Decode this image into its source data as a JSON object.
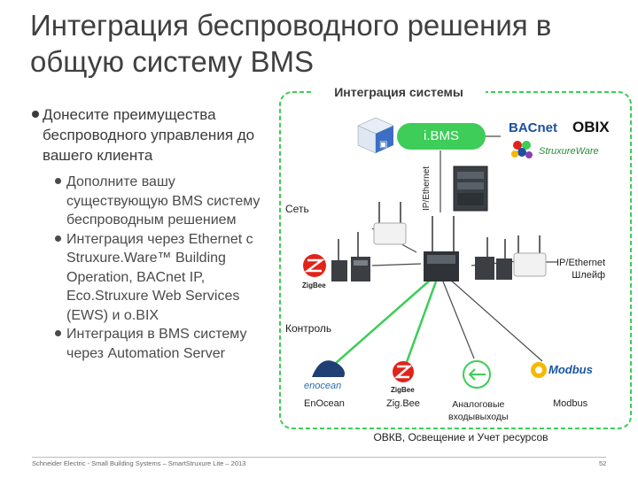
{
  "slide": {
    "title": "Интеграция беспроводного решения в общую систему BMS",
    "bullet1": "Донесите преимущества беспроводного управления до вашего клиента",
    "sub_bullets": [
      "Дополните вашу существующую BMS систему беспроводным решением",
      "Интеграция через Ethernet с Struxure.Ware™ Building Operation, BACnet IP, Eco.Struxure Web Services (EWS) и o.BIX",
      "Интеграция в BMS систему через Automation Server"
    ],
    "footer": "Schneider Electric - Small Building Systems – SmartStruxure Lite – 2013",
    "page_number": "52"
  },
  "diagram": {
    "frame_title": "Интеграция системы",
    "ibms": "i.BMS",
    "ip_ethernet_vertical": "IP/Ethernet",
    "network": "Сеть",
    "ip_ethernet_loop": "IP/Ethernet\nШлейф",
    "control": "Контроль",
    "bacnet_logo": "BACnet",
    "obix_logo": "OBIX",
    "struxureware_logo": "StruxureWare",
    "enocean_logo": "enocean",
    "zigbee_logo": "ZigBee",
    "modbus_logo": "Modbus",
    "devices": [
      {
        "label": "EnOcean"
      },
      {
        "label": "Zig.Bee"
      },
      {
        "label": "Аналоговые\nвходывыходы"
      },
      {
        "label": "Modbus"
      }
    ],
    "bottom_caption": "ОВКВ, Освещение и Учет ресурсов",
    "colors": {
      "green": "#3dcd58",
      "line": "#4a4a4a"
    }
  }
}
